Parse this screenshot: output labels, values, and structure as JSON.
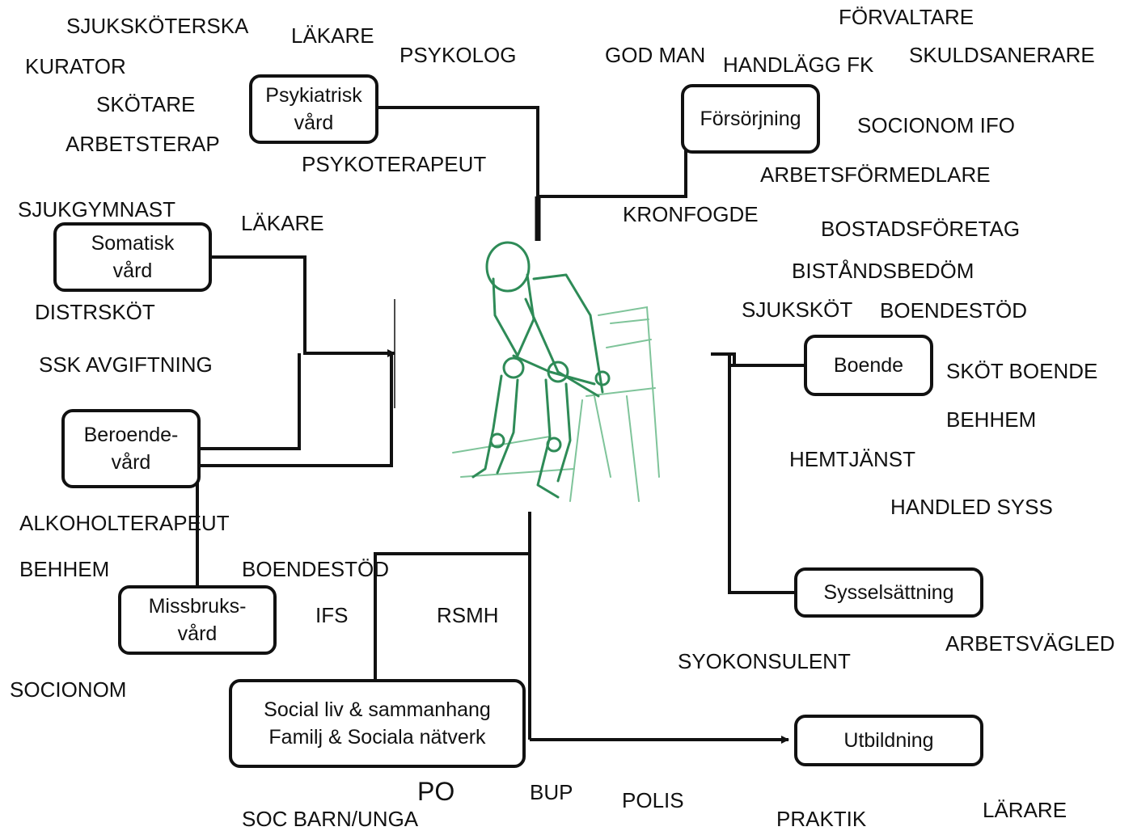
{
  "categories": {
    "psykiatrisk": "Psykiatrisk\nvård",
    "forsorjning": "Försörjning",
    "somatisk": "Somatisk\nvård",
    "beroende": "Beroende-\nvård",
    "missbruk": "Missbruks-\nvård",
    "boende": "Boende",
    "sysselsattning": "Sysselsättning",
    "social": "Social liv & sammanhang\nFamilj & Sociala nätverk",
    "utbildning": "Utbildning"
  },
  "roles": {
    "sjukskoterska": "SJUKSKÖTERSKA",
    "lakare_top": "LÄKARE",
    "psykolog": "PSYKOLOG",
    "kurator": "KURATOR",
    "skotare": "SKÖTARE",
    "arbetsterap": "ARBETSTERAP",
    "psykoterapeut": "PSYKOTERAPEUT",
    "sjukgymnast": "SJUKGYMNAST",
    "lakare_mid": "LÄKARE",
    "distrskot": "DISTRSKÖT",
    "ssk_avgiftning": "SSK AVGIFTNING",
    "alkoholterapeut": "ALKOHOLTERAPEUT",
    "behhem_left": "BEHHEM",
    "boendestod_left": "BOENDESTÖD",
    "ifs": "IFS",
    "rsmh": "RSMH",
    "socionom": "SOCIONOM",
    "po": "PO",
    "bup": "BUP",
    "polis": "POLIS",
    "soc_barn_unga": "SOC BARN/UNGA",
    "forvaltare": "FÖRVALTARE",
    "god_man": "GOD MAN",
    "handlagg_fk": "HANDLÄGG FK",
    "skuldsanerare": "SKULDSANERARE",
    "socionom_ifo": "SOCIONOM IFO",
    "arbetsformedlare": "ARBETSFÖRMEDLARE",
    "kronfogde": "KRONFOGDE",
    "bostadsforetag": "BOSTADSFÖRETAG",
    "bistandsbedom": "BISTÅNDSBEDÖM",
    "sjuksköt": "SJUKSKÖT",
    "boendestod_right": "BOENDESTÖD",
    "skot_boende": "SKÖT BOENDE",
    "behhem_right": "BEHHEM",
    "hemtjanst": "HEMTJÄNST",
    "handled_syss": "HANDLED SYSS",
    "arbetsvagled": "ARBETSVÄGLED",
    "syokonsulent": "SYOKONSULENT",
    "praktik": "PRAKTIK",
    "larare": "LÄRARE"
  },
  "colors": {
    "line": "#111111",
    "figure": "#2e8b57",
    "figure_light": "#7fc49a"
  },
  "icons": {
    "center": "seated-person-head-in-hands-sketch"
  }
}
